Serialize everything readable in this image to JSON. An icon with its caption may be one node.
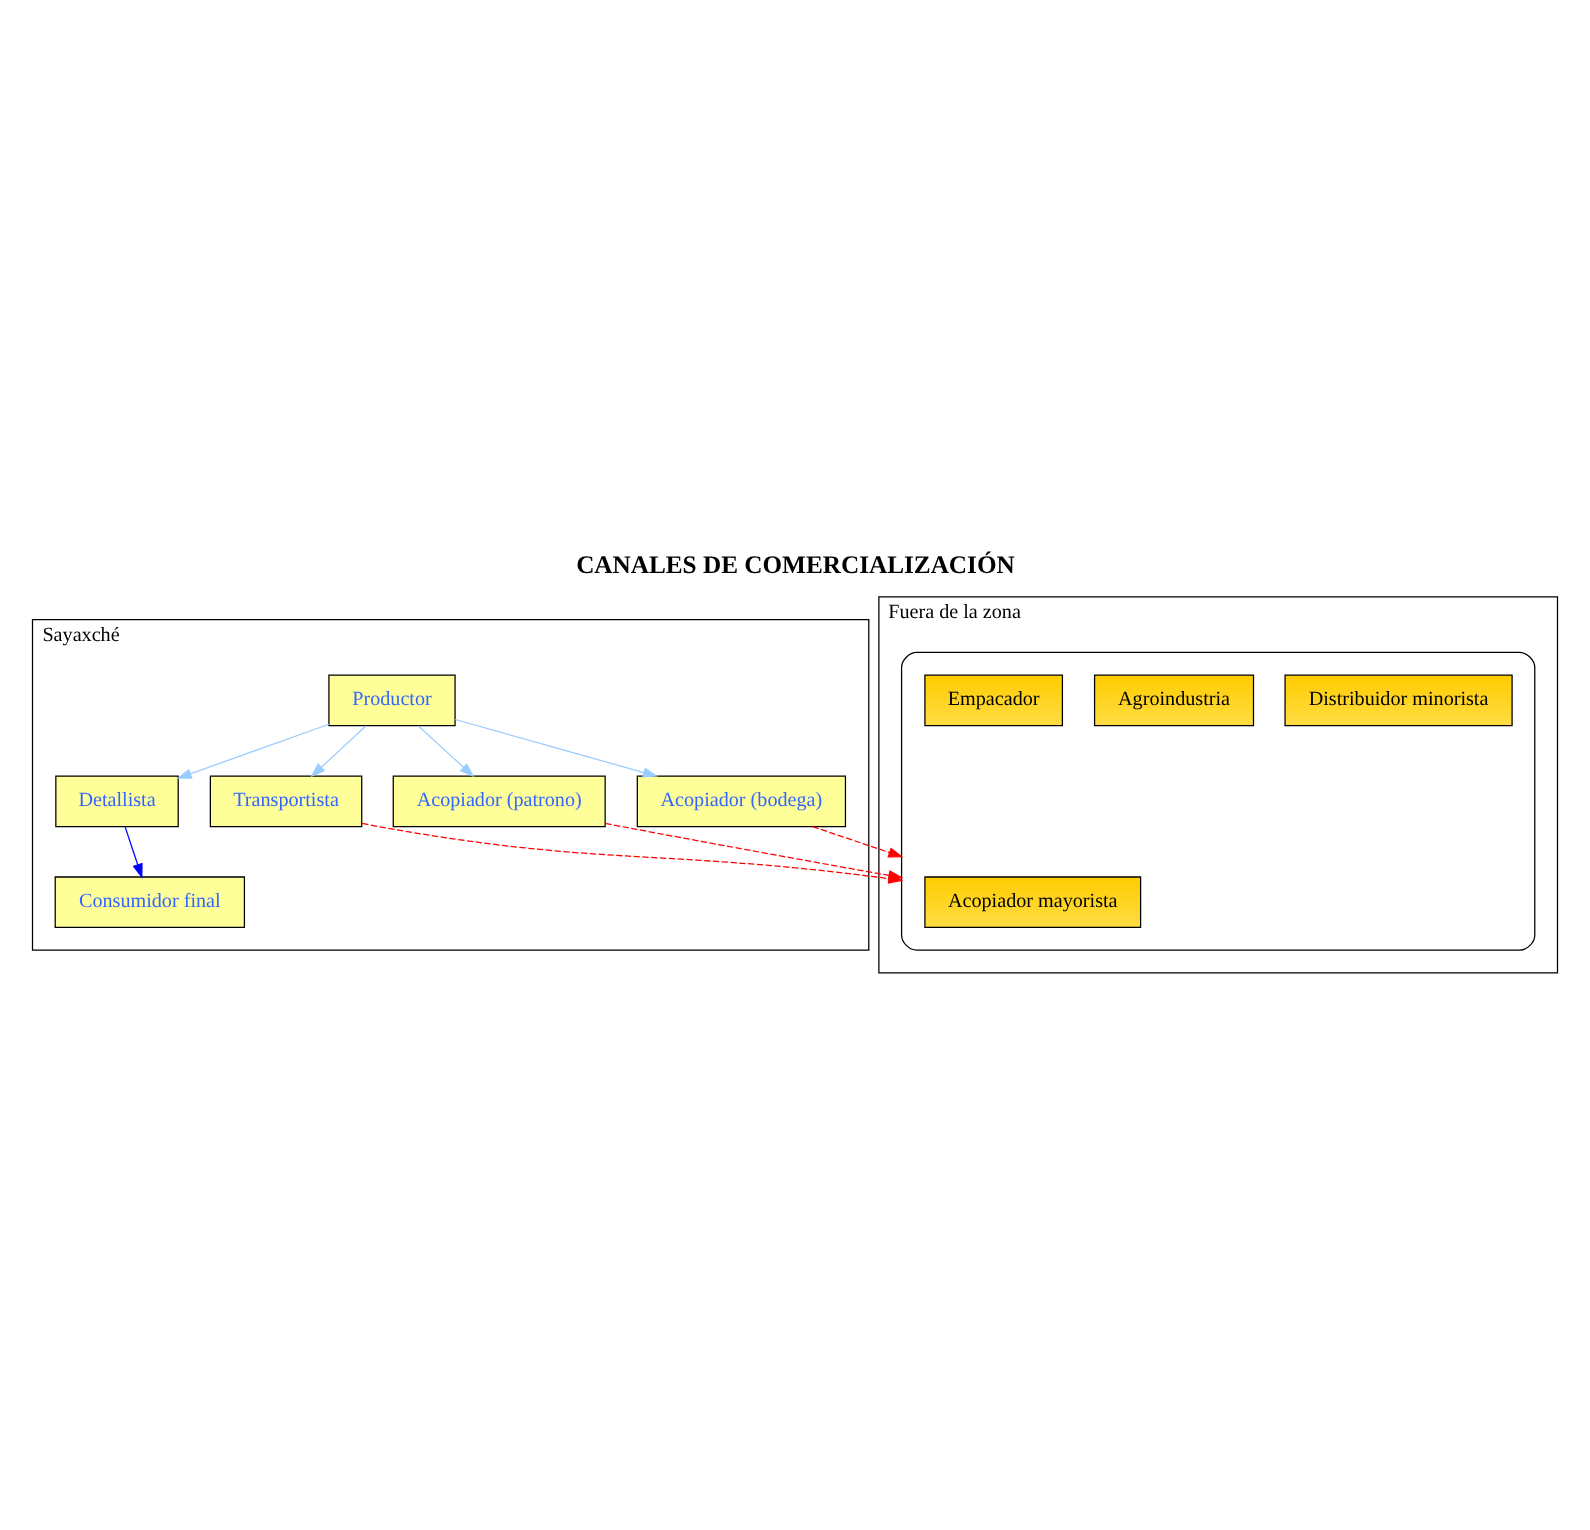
{
  "diagram": {
    "title": "CANALES DE COMERCIALIZACIÓN",
    "nodes": [
      {
        "text": [
          "Sayaxché"
        ]
      },
      {
        "text": [
          "Productor"
        ],
        "in": 0
      },
      {
        "text": [
          "Transportista"
        ],
        "in": 0
      },
      {
        "text": [
          "Acopiador (patrono)"
        ],
        "in": 0
      },
      {
        "text": [
          "Acopiador (bodega)"
        ],
        "in": 0
      },
      {
        "text": [
          "Detallista"
        ],
        "in": 0
      },
      {
        "text": [
          "Consumidor final"
        ],
        "in": 0
      },
      {
        "text": [
          "Fuera de la zona"
        ]
      },
      {
        "text": [],
        "shape": "ellipse",
        "in": 7
      },
      {
        "text": [
          "Acopiador mayorista"
        ],
        "in": 8
      },
      {
        "text": [
          "Distribuidor minorista"
        ],
        "in": 8
      },
      {
        "text": [
          "Agroindustria"
        ],
        "in": 8
      },
      {
        "text": [
          "Empacador"
        ],
        "in": 8
      }
    ],
    "edges": [
      {
        "from": 1,
        "to": 2,
        "arrow": "to",
        "color": "#99ccff"
      },
      {
        "from": 1,
        "to": 3,
        "arrow": "to",
        "color": "#99ccff"
      },
      {
        "from": 1,
        "to": 4,
        "arrow": "to",
        "color": "#99ccff"
      },
      {
        "from": 1,
        "to": 5,
        "arrow": "to",
        "color": "#99ccff"
      },
      {
        "from": 5,
        "to": 6,
        "arrow": "to",
        "color": "#0000ff"
      },
      {
        "from": 2,
        "to": 8,
        "arrow": "to",
        "style": "dashed",
        "color": "#ff0000"
      },
      {
        "from": 3,
        "to": 8,
        "arrow": "to",
        "style": "dashed",
        "color": "#ff0000"
      },
      {
        "from": 4,
        "to": 8,
        "arrow": "to",
        "style": "dashed",
        "color": "#ff0000"
      }
    ]
  }
}
